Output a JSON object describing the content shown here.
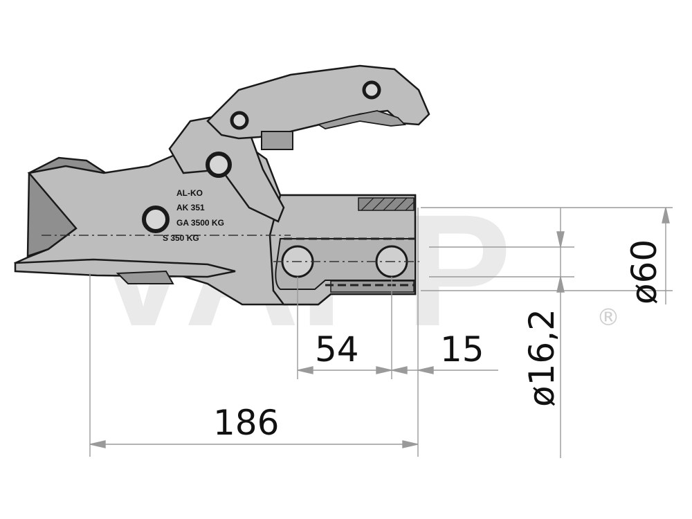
{
  "watermark": {
    "text": "VAPP",
    "mark": "®"
  },
  "stamp": {
    "lines": [
      "AL-KO",
      "AK 351",
      "GA 3500 KG",
      "S 350 KG"
    ]
  },
  "dimensions": {
    "overall_length": "186",
    "hole_spacing": "54",
    "edge_distance": "15",
    "bolt_diameter": "ø16,2",
    "tube_diameter": "ø60"
  },
  "colors": {
    "body": "#bdbdbd",
    "lines": "#1a1a1a",
    "dimension_lines": "#9a9a9a",
    "watermark": "#d9d9d9"
  }
}
